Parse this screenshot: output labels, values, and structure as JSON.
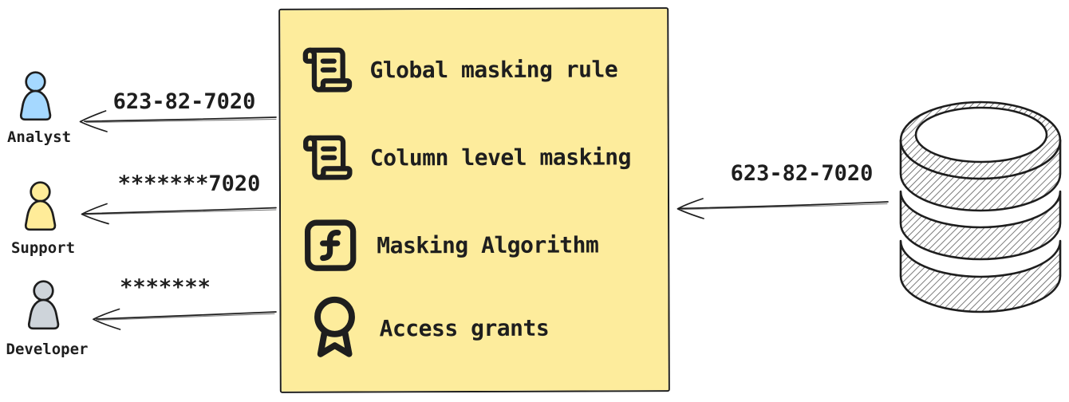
{
  "ink": "#1e1e1e",
  "masking_box": {
    "fill": "#fdec9c",
    "items": [
      {
        "icon": "scroll-text-icon",
        "label": "Global masking rule"
      },
      {
        "icon": "scroll-text-icon",
        "label": "Column level masking"
      },
      {
        "icon": "function-square-icon",
        "label": "Masking Algorithm"
      },
      {
        "icon": "award-icon",
        "label": "Access grants"
      }
    ]
  },
  "consumers": [
    {
      "role": "Analyst",
      "received_value": "623-82-7020",
      "color": "#a5d8ff"
    },
    {
      "role": "Support",
      "received_value": "*******7020",
      "color": "#ffec99"
    },
    {
      "role": "Developer",
      "received_value": "*******",
      "color": "#ced4da"
    }
  ],
  "database": {
    "outgoing_value": "623-82-7020"
  }
}
